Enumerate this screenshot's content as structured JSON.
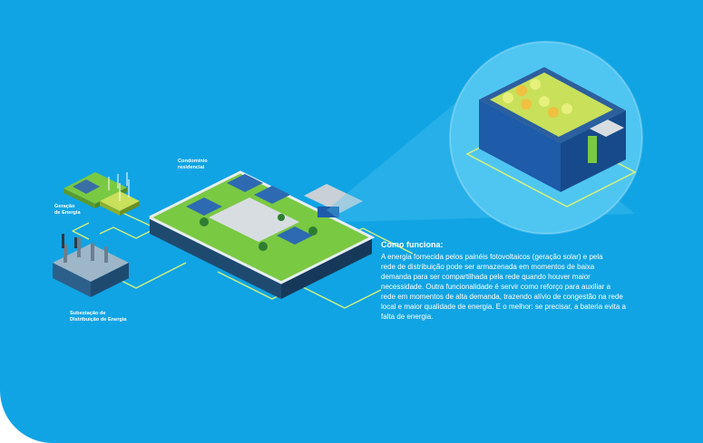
{
  "labels": {
    "generation": [
      "Geração",
      "de Energia"
    ],
    "condominium": [
      "Condomínio",
      "residencial"
    ],
    "substation": [
      "Subestação de",
      "Distribuição de Energia"
    ]
  },
  "info": {
    "title": "Como funciona:",
    "lines": [
      "A energia fornecida pelos painéis fotovoltaicos (geração solar) e pela",
      "rede de distribuição pode ser armazenada em momentos de baixa",
      "demanda para ser compartilhada pela rede quando houver maior",
      "necessidade. Outra funcionalidade é servir como reforço para auxiliar a",
      "rede em momentos de alta demanda, trazendo alívio de congestão na rede",
      "local e maior qualidade de energia. E o melhor: se precisar, a bateria evita a",
      "falta de energia."
    ]
  },
  "colors": {
    "background": "#10a4e4",
    "grass": "#7ac943",
    "line": "#d9f27a",
    "battery": "#1e5ba8",
    "text": "#ffffff"
  }
}
